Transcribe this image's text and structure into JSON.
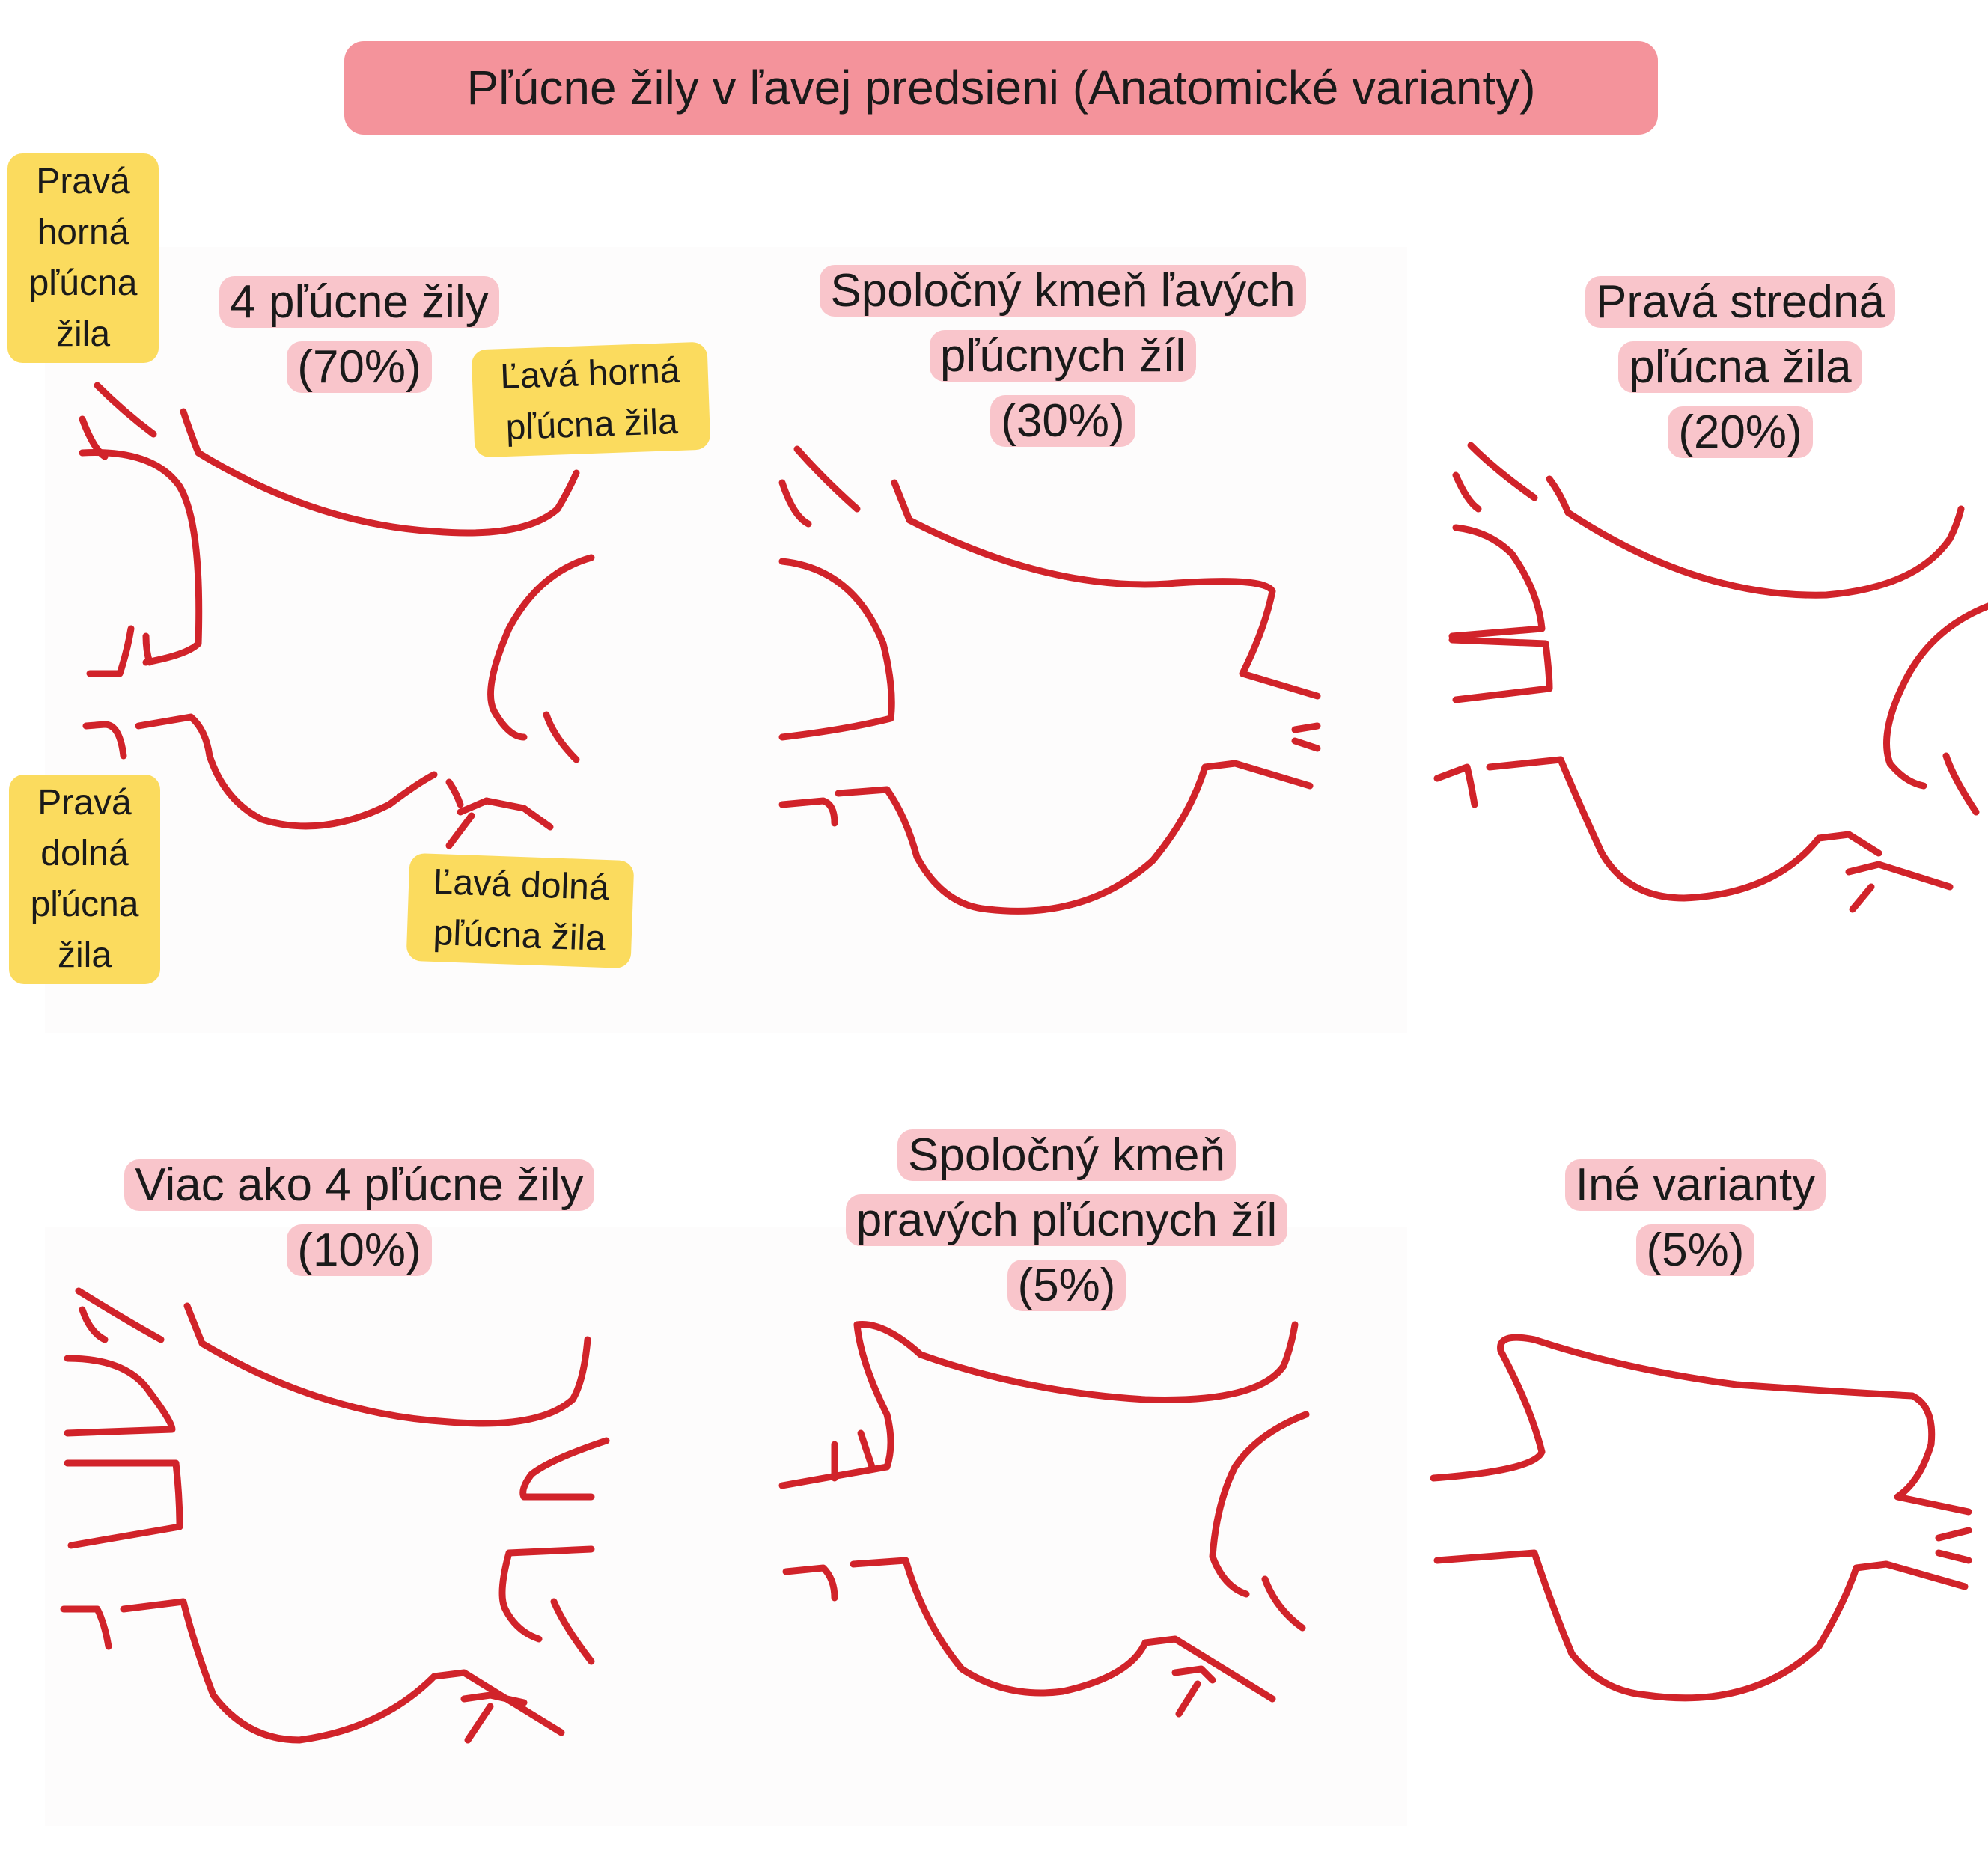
{
  "title": "Pľúcne žily v ľavej predsieni (Anatomické varianty)",
  "colors": {
    "title_bg": "#f4939b",
    "caption_bg": "#f9c5cb",
    "label_bg": "#fbdb5e",
    "vessel_stroke": "#d1232a"
  },
  "labels": {
    "right_upper": "Pravá\nhorná\npľúcna\nžila",
    "left_upper": "Ľavá horná\npľúcna žila",
    "right_lower": "Pravá\ndolná\npľúcna\nžila",
    "left_lower": "Ľavá dolná\npľúcna žila"
  },
  "variants": [
    {
      "line1": "4 pľúcne žily",
      "line2": "(70%)",
      "line3": ""
    },
    {
      "line1": "Spoločný kmeň ľavých",
      "line2": "pľúcnych žíl",
      "line3": "(30%)"
    },
    {
      "line1": "Pravá stredná",
      "line2": "pľúcna žila",
      "line3": "(20%)"
    },
    {
      "line1": "Viac ako 4 pľúcne žily",
      "line2": "(10%)",
      "line3": ""
    },
    {
      "line1": "Spoločný kmeň",
      "line2": "pravých pľúcnych žíl",
      "line3": "(5%)"
    },
    {
      "line1": "Iné varianty",
      "line2": "(5%)",
      "line3": ""
    }
  ]
}
